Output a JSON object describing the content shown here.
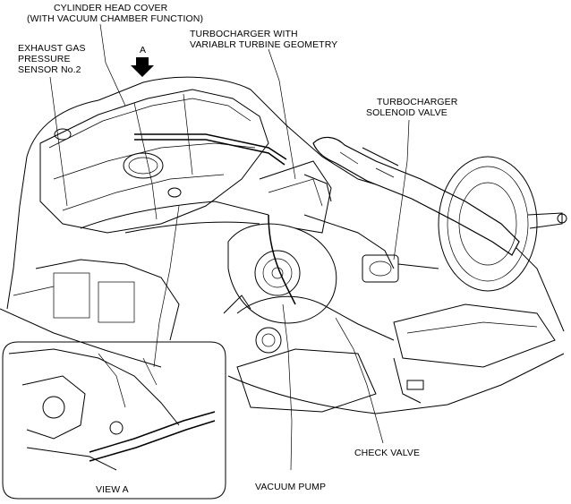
{
  "labels": {
    "cylinder_head_cover_1": "CYLINDER HEAD COVER",
    "cylinder_head_cover_2": "(WITH VACUUM CHAMBER FUNCTION)",
    "view_marker": "A",
    "exhaust_1": "EXHAUST GAS",
    "exhaust_2": "PRESSURE",
    "exhaust_3": "SENSOR No.2",
    "turbo_vtg_1": "TURBOCHARGER WITH",
    "turbo_vtg_2": "VARIABLR TURBINE GEOMETRY",
    "solenoid_1": "TURBOCHARGER",
    "solenoid_2": "SOLENOID VALVE",
    "check_valve": "CHECK VALVE",
    "vacuum_pump": "VACUUM PUMP",
    "view_a": "VIEW A"
  }
}
